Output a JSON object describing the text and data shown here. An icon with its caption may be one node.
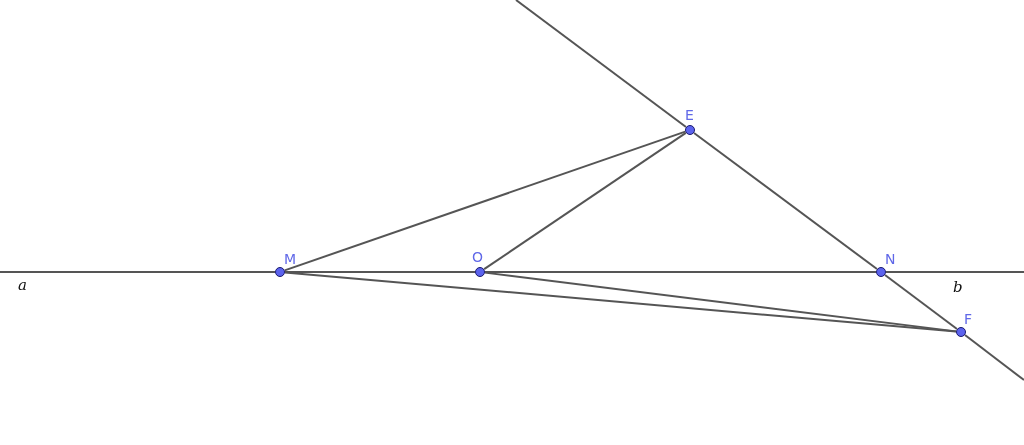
{
  "diagram": {
    "nodes": [
      {
        "text": [
          "M"
        ]
      },
      {
        "text": [
          "O"
        ]
      },
      {
        "text": [
          "E"
        ]
      },
      {
        "text": [
          "N"
        ]
      },
      {
        "text": [
          "F"
        ]
      }
    ],
    "edges": [
      {
        "from": null,
        "to": 0,
        "arrow": "none"
      },
      {
        "from": 0,
        "to": 1,
        "arrow": "none"
      },
      {
        "from": 1,
        "to": 3,
        "arrow": "none"
      },
      {
        "from": 3,
        "to": null,
        "arrow": "none"
      },
      {
        "from": null,
        "to": 2,
        "arrow": "none"
      },
      {
        "from": 2,
        "to": 3,
        "arrow": "none"
      },
      {
        "from": 3,
        "to": 4,
        "arrow": "none"
      },
      {
        "from": 4,
        "to": null,
        "arrow": "none"
      },
      {
        "from": 0,
        "to": 2,
        "arrow": "none"
      },
      {
        "from": 1,
        "to": 2,
        "arrow": "none"
      },
      {
        "from": 0,
        "to": 4,
        "arrow": "none"
      },
      {
        "from": 1,
        "to": 4,
        "arrow": "none"
      }
    ],
    "labels": [
      "a",
      "b"
    ]
  }
}
